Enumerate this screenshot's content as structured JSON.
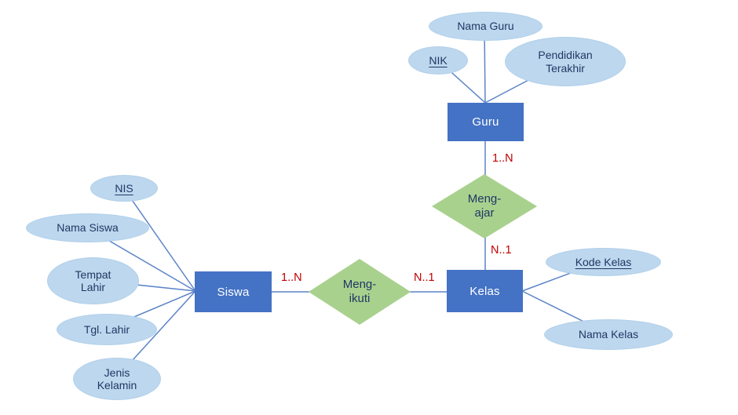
{
  "entities": {
    "guru": {
      "label": "Guru"
    },
    "siswa": {
      "label": "Siswa"
    },
    "kelas": {
      "label": "Kelas"
    }
  },
  "relationships": {
    "mengajar": {
      "label": "Meng-\najar"
    },
    "mengikuti": {
      "label": "Meng-\nikuti"
    }
  },
  "attributes": {
    "nama_guru": {
      "label": "Nama Guru",
      "key": false
    },
    "nik": {
      "label": "NIK",
      "key": true
    },
    "pendidikan_terakhir": {
      "label": "Pendidikan\nTerakhir",
      "key": false
    },
    "nis": {
      "label": "NIS",
      "key": true
    },
    "nama_siswa": {
      "label": "Nama Siswa",
      "key": false
    },
    "tempat_lahir": {
      "label": "Tempat\nLahir",
      "key": false
    },
    "tgl_lahir": {
      "label": "Tgl. Lahir",
      "key": false
    },
    "jenis_kelamin": {
      "label": "Jenis\nKelamin",
      "key": false
    },
    "kode_kelas": {
      "label": "Kode Kelas",
      "key": true
    },
    "nama_kelas": {
      "label": "Nama Kelas",
      "key": false
    }
  },
  "cardinalities": {
    "guru_mengajar": "1..N",
    "mengajar_kelas": "N..1",
    "siswa_mengikuti": "1..N",
    "mengikuti_kelas": "N..1"
  },
  "colors": {
    "entity_fill": "#4472C4",
    "entity_text": "#FFFFFF",
    "attribute_fill": "#BDD7EE",
    "relationship_fill": "#A9D18E",
    "diagram_text": "#1F3864",
    "cardinality_text": "#C00000",
    "connector": "#5B84C8"
  }
}
